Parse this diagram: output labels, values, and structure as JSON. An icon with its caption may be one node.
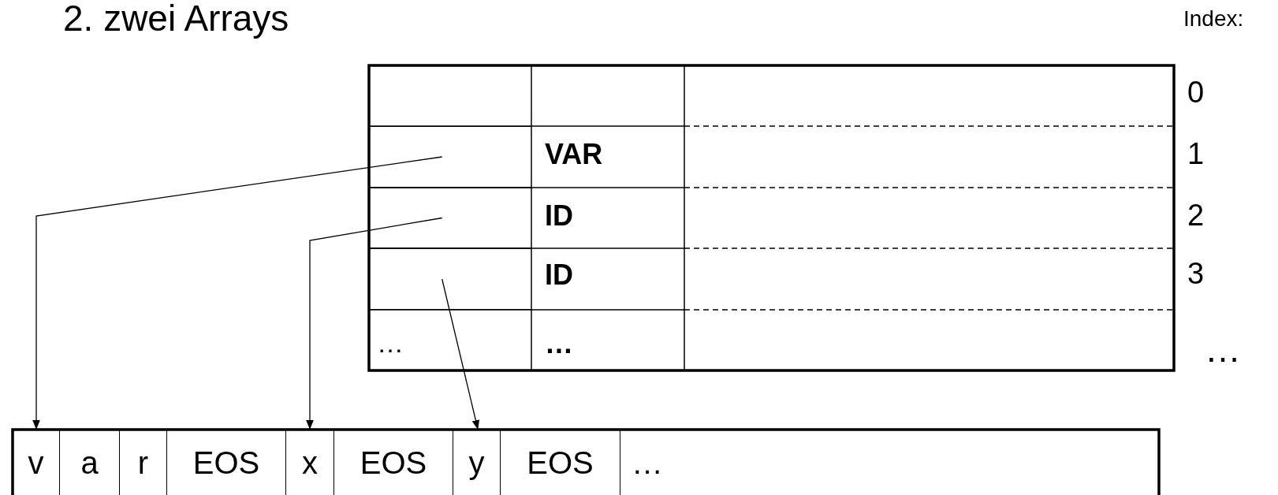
{
  "diagram": {
    "title": "2. zwei Arrays",
    "nodes": [
      {
        "text": [],
        "shape": "box"
      },
      {
        "text": [],
        "shape": "box"
      },
      {
        "text": [],
        "shape": "box"
      },
      {
        "text": [
          "v"
        ]
      },
      {
        "text": [
          "a"
        ]
      },
      {
        "text": [
          "r"
        ]
      },
      {
        "text": [
          "EOS"
        ]
      },
      {
        "text": [
          "x"
        ]
      },
      {
        "text": [
          "EOS"
        ]
      },
      {
        "text": [
          "y"
        ]
      },
      {
        "text": [
          "EOS"
        ]
      },
      {
        "text": [
          "…"
        ]
      }
    ],
    "edges": [
      {
        "from": 0,
        "to": 3,
        "arrow": "to"
      },
      {
        "from": 1,
        "to": 7,
        "arrow": "to"
      },
      {
        "from": 2,
        "to": 9,
        "arrow": "to"
      }
    ],
    "labels": [
      "Index:",
      "0",
      "VAR",
      "1",
      "ID",
      "2",
      "ID",
      "3",
      "…",
      "…",
      "…"
    ]
  }
}
